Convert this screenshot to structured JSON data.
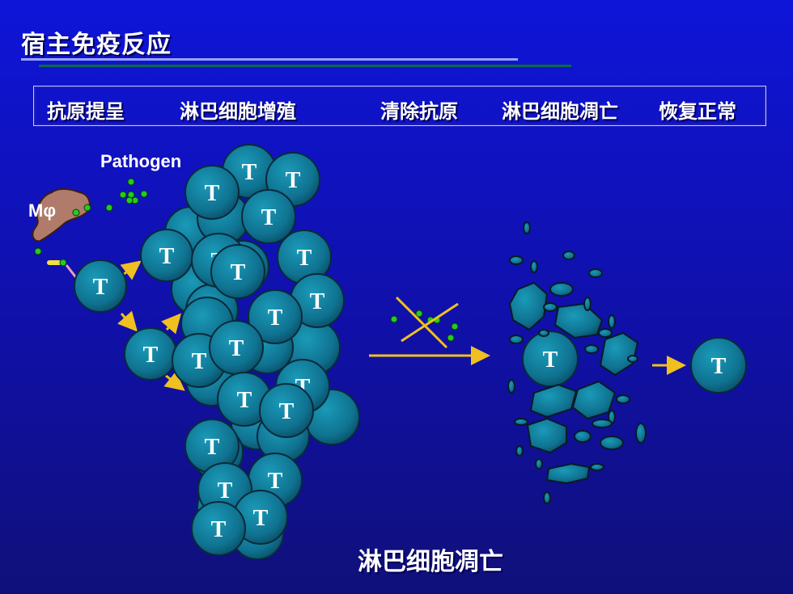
{
  "title": "宿主免疫反应",
  "stages": [
    "抗原提呈",
    "淋巴细胞增殖",
    "清除抗原",
    "淋巴细胞凋亡",
    "恢复正常"
  ],
  "labels": {
    "pathogen": "Pathogen",
    "macrophage": "Mφ",
    "t_cell": "T",
    "caption": "淋巴细胞凋亡"
  },
  "colors": {
    "background": "#1212c0",
    "cell_fill": "#117a9a",
    "cell_stroke": "#0a2a3a",
    "arrow": "#f0c020",
    "pathogen_dot": "#22cc22"
  }
}
